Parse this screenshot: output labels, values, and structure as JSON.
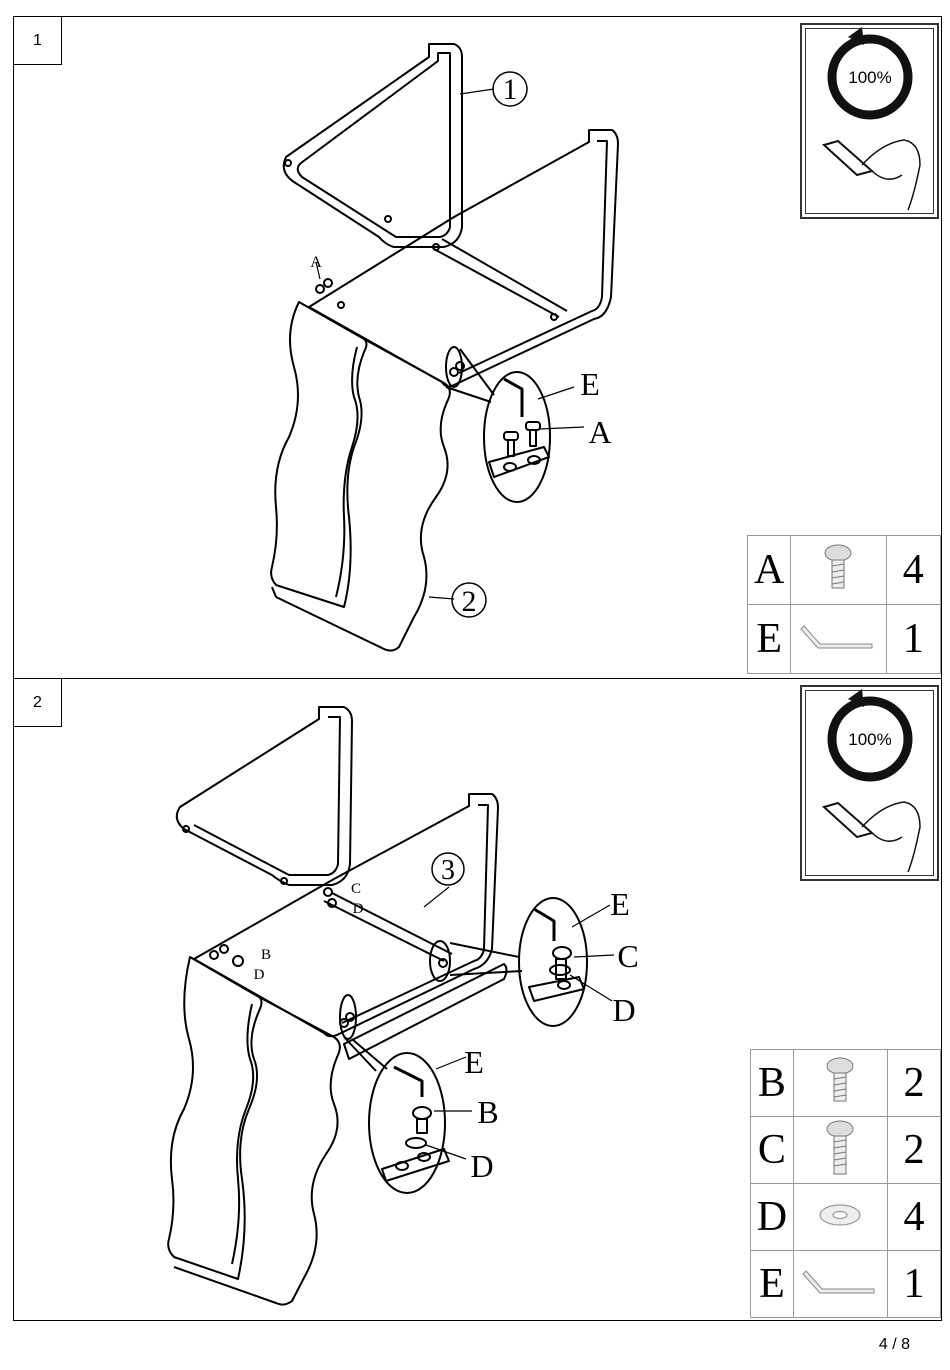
{
  "steps": [
    {
      "number": "1",
      "tool_badge": "100%",
      "callouts": {
        "part_1": "1",
        "part_2": "2",
        "label_a_small": "A",
        "label_e": "E",
        "label_a": "A"
      },
      "parts": [
        {
          "letter": "A",
          "icon": "bolt-icon",
          "qty": "4"
        },
        {
          "letter": "E",
          "icon": "allen-key-icon",
          "qty": "1"
        }
      ]
    },
    {
      "number": "2",
      "tool_badge": "100%",
      "callouts": {
        "part_3": "3",
        "c_small": "C",
        "d_small_1": "D",
        "b_small": "B",
        "d_small_2": "D",
        "e_right": "E",
        "c_right": "C",
        "d_right": "D",
        "e_left": "E",
        "b_left": "B",
        "d_left": "D"
      },
      "parts": [
        {
          "letter": "B",
          "icon": "bolt-icon",
          "qty": "2"
        },
        {
          "letter": "C",
          "icon": "long-bolt-icon",
          "qty": "2"
        },
        {
          "letter": "D",
          "icon": "washer-icon",
          "qty": "4"
        },
        {
          "letter": "E",
          "icon": "allen-key-icon",
          "qty": "1"
        }
      ]
    }
  ],
  "page_number": "4 / 8"
}
